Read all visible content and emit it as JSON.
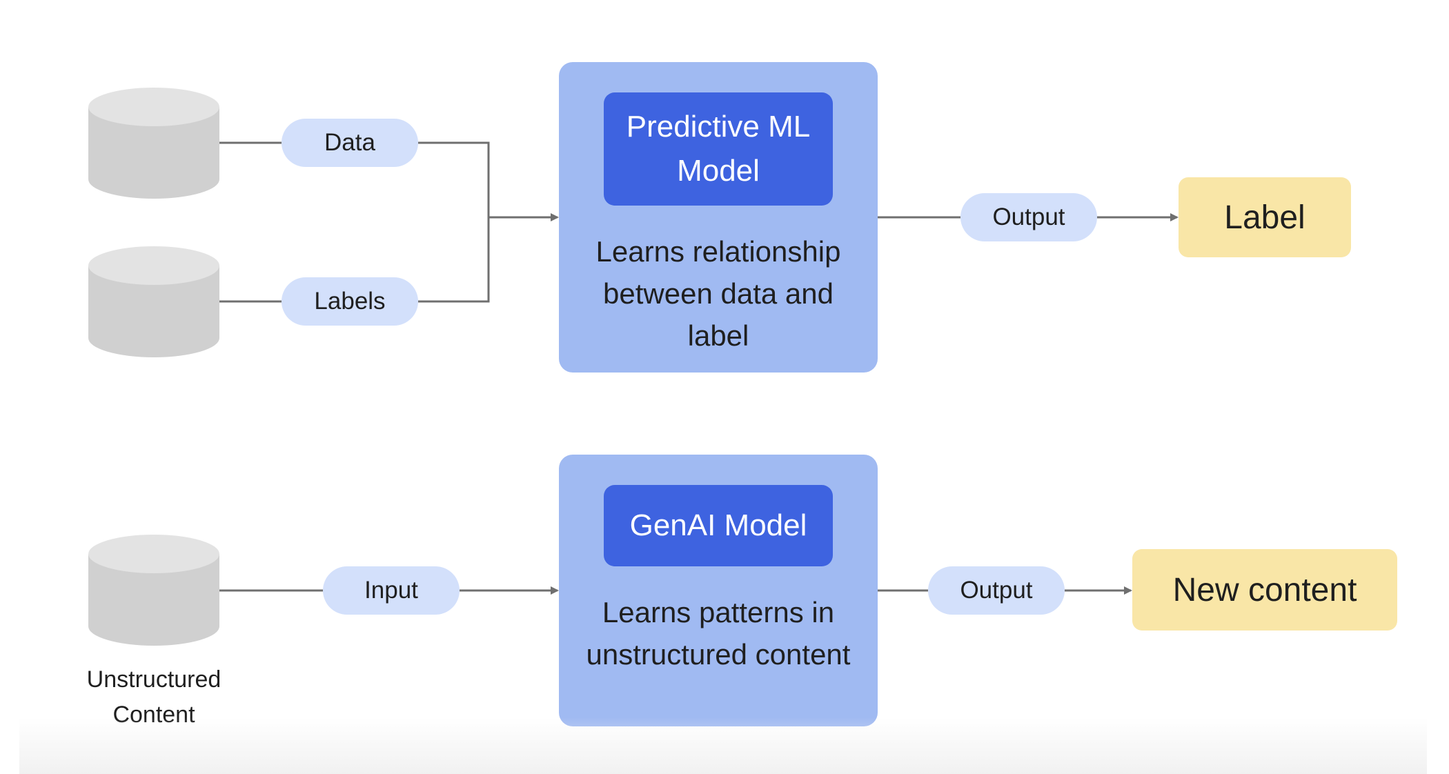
{
  "top_flow": {
    "data_label": "Data",
    "labels_label": "Labels",
    "model_title": "Predictive ML Model",
    "model_description": "Learns relationship between data and label",
    "output_label": "Output",
    "result_label": "Label"
  },
  "bottom_flow": {
    "source_caption": "Unstructured Content",
    "input_label": "Input",
    "model_title": "GenAI Model",
    "model_description": "Learns patterns in unstructured content",
    "output_label": "Output",
    "result_label": "New content"
  },
  "colors": {
    "database_gray": "#d0d0d0",
    "database_top": "#e3e3e3",
    "pill_blue": "#d3e0fb",
    "model_box_blue": "#a0baf2",
    "model_title_blue": "#3e63e0",
    "result_yellow": "#f9e6a7",
    "connector_gray": "#6f6f6f"
  }
}
